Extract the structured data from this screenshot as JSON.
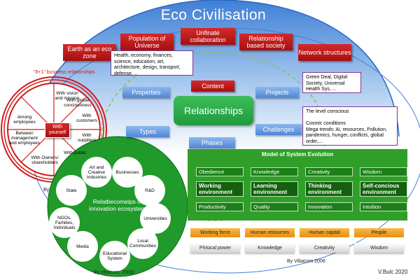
{
  "title": "Eco Civilisation",
  "red_boxes": [
    "Earth as an eco zone",
    "Population of Universe",
    "Unfinate collaboration",
    "Relationship based society",
    "Network structures"
  ],
  "info_boxes": {
    "population": "Health, economy, finances, science, education, art, architecture, design, transport, defense, ..",
    "projects": "Green Deal, Digital Society, Universal Health Sys, ...",
    "challenges": "The level conscious\n\nCosmic conditions\nMega trends: Ai, resources, Pollution, pandemics, hunger, conflicts, global order,..."
  },
  "center": {
    "content": "Content",
    "relationships": "Relationships",
    "properties": "Properties",
    "projects": "Projects",
    "types": "Types",
    "challenges": "Challenges",
    "phases": "Phases"
  },
  "business": {
    "title": "\"8+1\" business relationships",
    "center": "With yourself",
    "segments": [
      "With vision and mission",
      "With global conciousness",
      "With customers",
      "With suppliers",
      "With public",
      "With Owners/ shareholders",
      "Between management and employees",
      "Among employees"
    ],
    "credit": "By"
  },
  "ecosystem": {
    "center": "Relatbecomeips of innovation ecosystem",
    "nodes": [
      "Art and Creative Industries",
      "Businesses",
      "R&D",
      "Universities",
      "Local Communities",
      "Educational System",
      "Media",
      "NGOs, Families, Individuals",
      "State"
    ],
    "credit": "By vibacom, 2008)"
  },
  "model": {
    "title": "Model of System Evolution",
    "rows": [
      [
        "Obedience",
        "Knowledge",
        "Creativity",
        "Wisdom"
      ],
      [
        "Working environment",
        "Learning environment",
        "Thinking environment",
        "Self-concious environment"
      ],
      [
        "Productivity",
        "Quality",
        "Innovation",
        "Intuition"
      ]
    ],
    "orange": [
      "Working force",
      "Human resources",
      "Human capital",
      "People"
    ],
    "grey": [
      "Phisical power",
      "Knowledge",
      "Creativity",
      "Wisdom"
    ],
    "credit": "By Vibacom 2006"
  },
  "signature": "V.Bulc 2020",
  "colors": {
    "red": "#c0161a",
    "blue": "#4e86d6",
    "green": "#2f9f2a",
    "orange": "#f0a22a"
  }
}
